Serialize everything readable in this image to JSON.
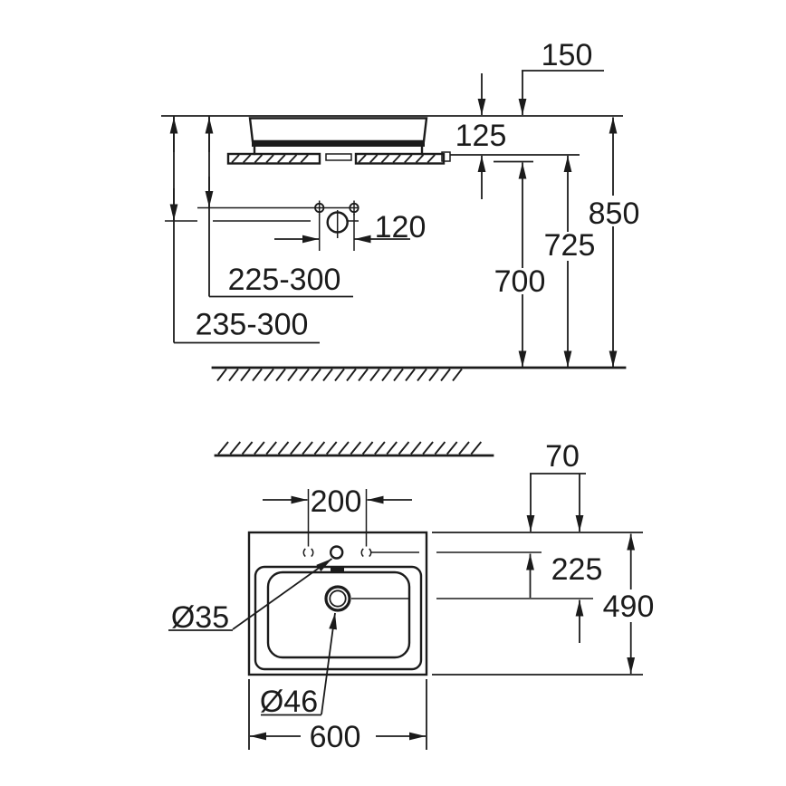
{
  "colors": {
    "ink": "#1b1b1b",
    "paper": "#ffffff"
  },
  "front_view": {
    "basin_total_height": "150",
    "basin_height_above_counter": "125",
    "rim_height_from_floor": "850",
    "counter_top_height_from_floor": "725",
    "counter_underside_height_from_floor": "700",
    "supply_hole_spacing": "120",
    "supply_drop_range": "225-300",
    "mixer_drop_range": "235-300"
  },
  "top_view": {
    "rear_edge_to_hole_centres": "70",
    "outer_hole_spacing": "200",
    "rear_edge_to_drain_centre": "225",
    "basin_depth": "490",
    "basin_width": "600",
    "faucet_hole_diameter": "Ø35",
    "drain_hole_diameter": "Ø46"
  }
}
